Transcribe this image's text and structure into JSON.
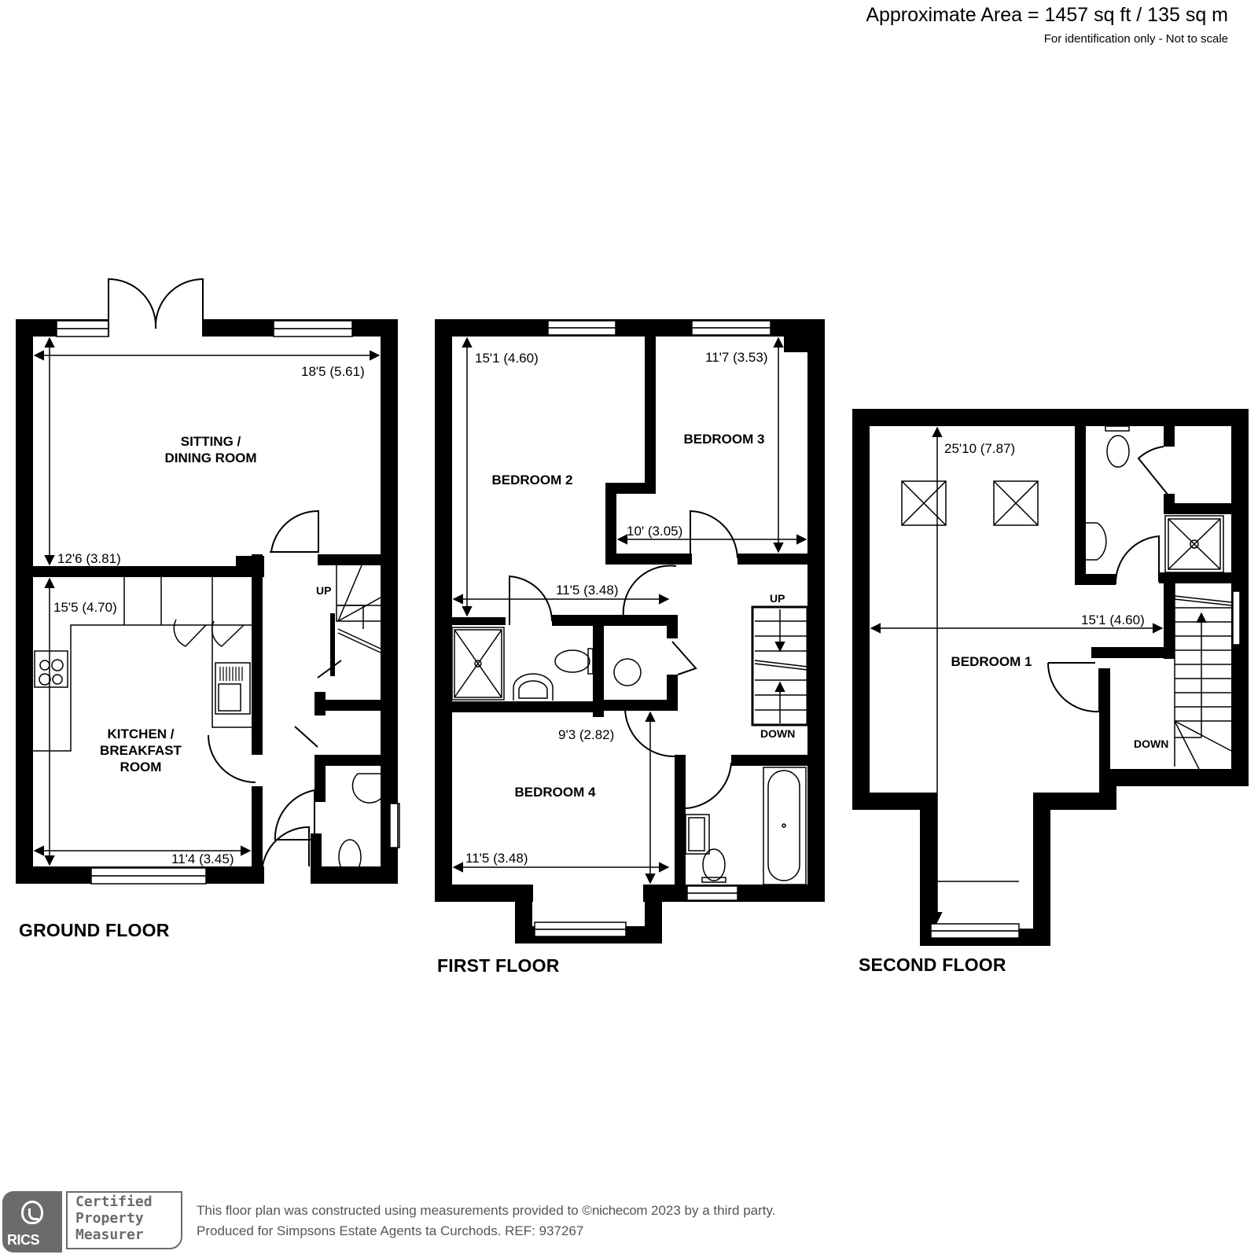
{
  "header": {
    "approximate_area": "Approximate Area = 1457 sq ft / 135 sq m",
    "disclaimer": "For identification only - Not to scale"
  },
  "floors": [
    {
      "title": "GROUND FLOOR",
      "rooms": [
        {
          "name": "SITTING /",
          "name2": "DINING ROOM",
          "dims": [
            "18'5 (5.61)",
            "12'6 (3.81)"
          ]
        },
        {
          "name": "KITCHEN /",
          "name2": "BREAKFAST",
          "name3": "ROOM",
          "dims": [
            "15'5 (4.70)",
            "11'4 (3.45)"
          ]
        }
      ],
      "stairs": [
        "UP"
      ]
    },
    {
      "title": "FIRST FLOOR",
      "rooms": [
        {
          "name": "BEDROOM 2",
          "dims": [
            "15'1 (4.60)",
            "11'5 (3.48)"
          ]
        },
        {
          "name": "BEDROOM 3",
          "dims": [
            "11'7 (3.53)",
            "10' (3.05)"
          ]
        },
        {
          "name": "BEDROOM 4",
          "dims": [
            "9'3 (2.82)",
            "11'5 (3.48)"
          ]
        }
      ],
      "stairs": [
        "UP",
        "DOWN"
      ]
    },
    {
      "title": "SECOND FLOOR",
      "rooms": [
        {
          "name": "BEDROOM 1",
          "dims": [
            "25'10 (7.87)",
            "15'1 (4.60)"
          ]
        }
      ],
      "stairs": [
        "DOWN"
      ]
    }
  ],
  "footer": {
    "badge_org": "RICS",
    "badge_line1": "Certified",
    "badge_line2": "Property",
    "badge_line3": "Measurer",
    "line1_prefix": "This floor plan was constructed using measurements provided to ©",
    "line1_brand": "nichecom",
    "line1_suffix": " 2023 by a third party.",
    "line2": "Produced for Simpsons Estate Agents ta Curchods.   REF: 937267"
  },
  "colors": {
    "wall": "#000000",
    "badge_grey": "#6b6b6b",
    "footer_text": "#555555"
  }
}
